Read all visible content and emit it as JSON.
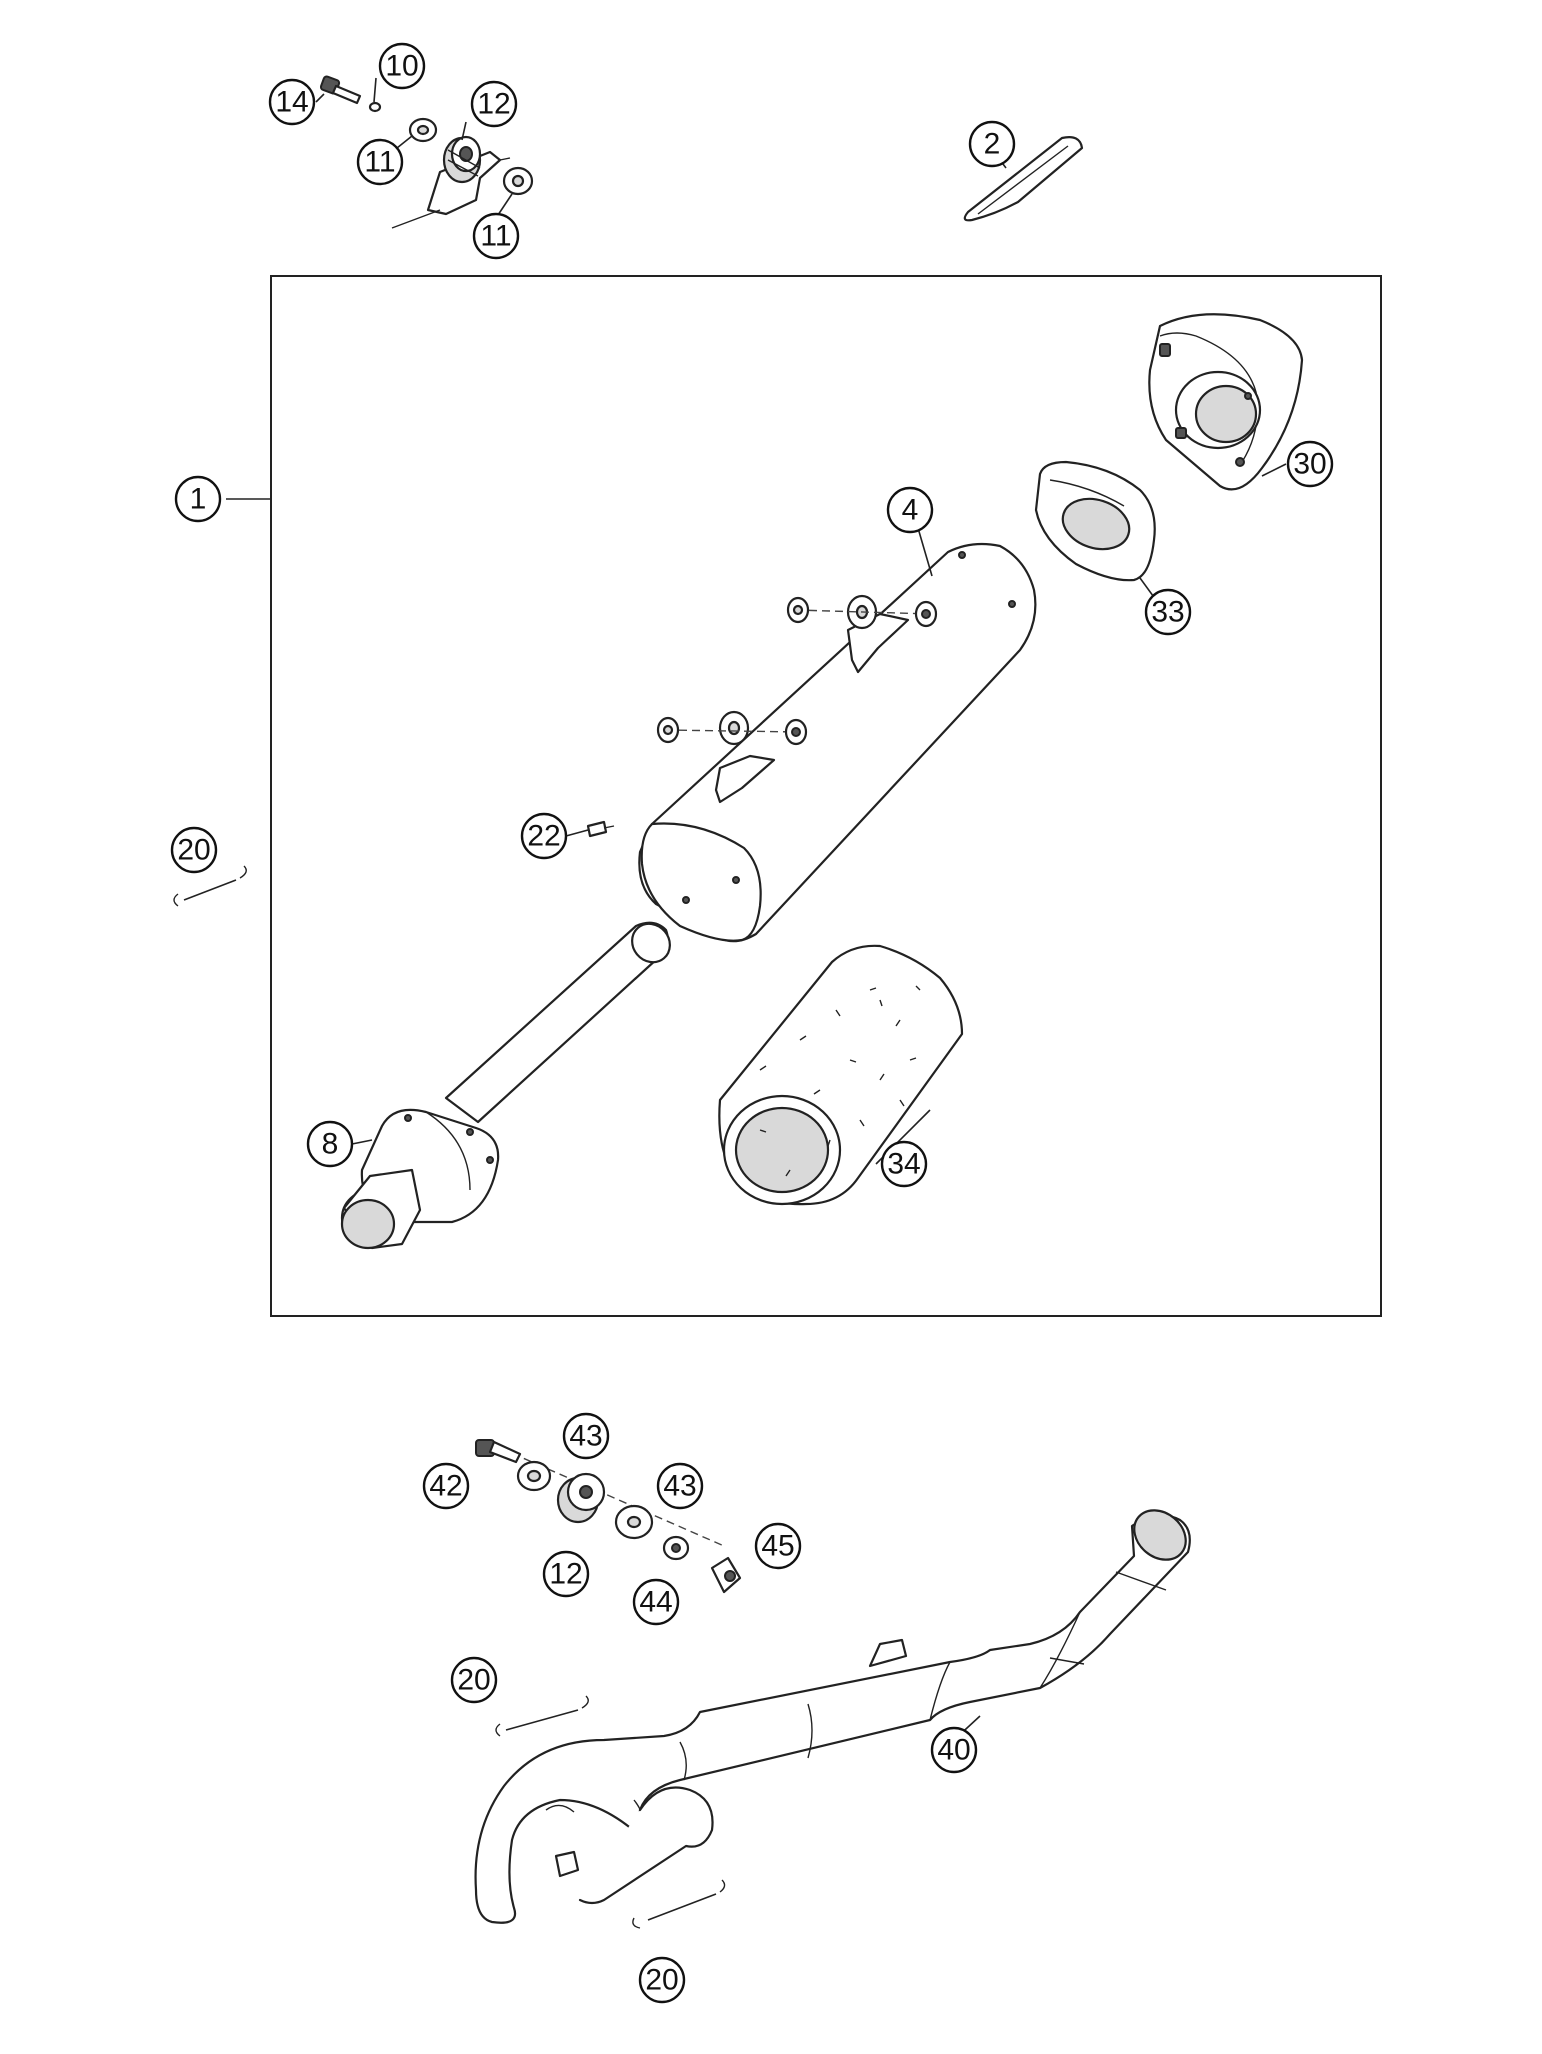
{
  "diagram": {
    "callouts": [
      "1",
      "2",
      "4",
      "8",
      "10",
      "11",
      "11",
      "12",
      "14",
      "20",
      "22",
      "30",
      "33",
      "34",
      "40",
      "42",
      "43",
      "43",
      "12",
      "44",
      "45",
      "20",
      "20"
    ]
  }
}
